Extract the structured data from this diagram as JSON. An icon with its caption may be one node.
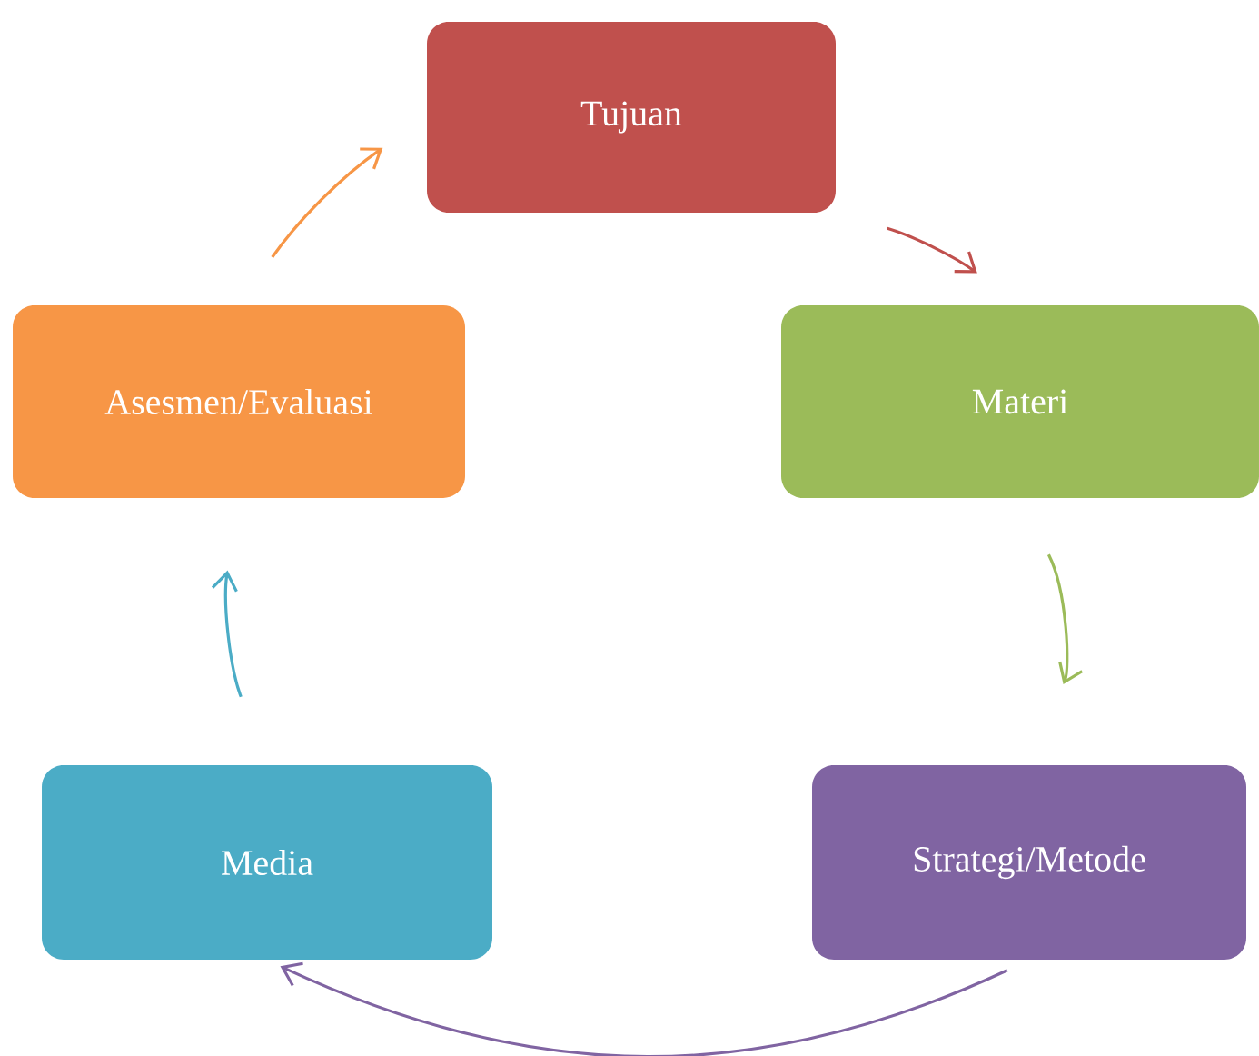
{
  "diagram": {
    "nodes": [
      {
        "text": [
          "Tujuan"
        ]
      },
      {
        "text": [
          "Materi"
        ]
      },
      {
        "text": [
          "Strategi/Metode"
        ]
      },
      {
        "text": [
          "Media"
        ]
      },
      {
        "text": [
          "Asesmen/Evaluasi"
        ]
      }
    ],
    "edges": [
      {
        "from": 0,
        "to": 1,
        "arrow": "to",
        "color": "#c0504d"
      },
      {
        "from": 1,
        "to": 2,
        "arrow": "to",
        "color": "#9bbb59"
      },
      {
        "from": 2,
        "to": 3,
        "arrow": "to",
        "color": "#8064a2"
      },
      {
        "from": 3,
        "to": 4,
        "arrow": "to",
        "color": "#4bacc6"
      },
      {
        "from": 4,
        "to": 0,
        "arrow": "to",
        "color": "#f79646"
      }
    ]
  }
}
